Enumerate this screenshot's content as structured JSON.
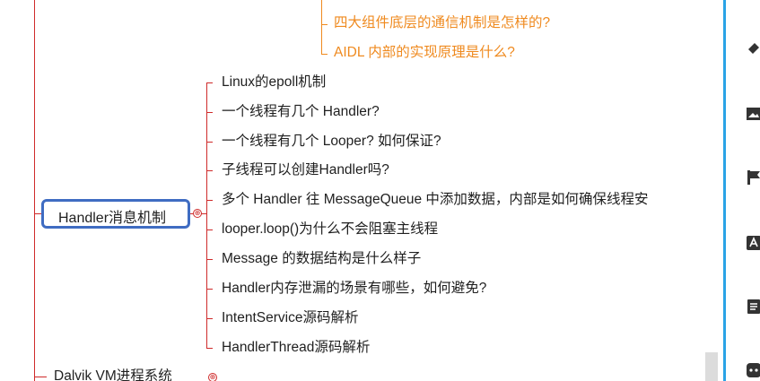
{
  "orange_items": [
    "四大组件底层的通信机制是怎样的?",
    "AIDL 内部的实现原理是什么?"
  ],
  "central_node": {
    "label": "Handler消息机制"
  },
  "children": [
    "Linux的epoll机制",
    "一个线程有几个 Handler?",
    "一个线程有几个 Looper? 如何保证?",
    "子线程可以创建Handler吗?",
    "多个 Handler 往 MessageQueue 中添加数据，内部是如何确保线程安",
    "looper.loop()为什么不会阻塞主线程",
    "Message 的数据结构是什么样子",
    "Handler内存泄漏的场景有哪些，如何避免?",
    "IntentService源码解析",
    "HandlerThread源码解析"
  ],
  "bottom_node": {
    "label": "Dalvik VM进程系统"
  },
  "collapse_symbol": "⊕",
  "colors": {
    "branch": "#cf2a2a",
    "orange_text": "#ef8a1f",
    "node_border": "#3f6cc2",
    "panel_divider": "#2aa3e6"
  },
  "right_panel_icons": [
    "pin-icon",
    "image-icon",
    "flag-icon",
    "text-icon",
    "note-icon",
    "more-icon"
  ]
}
